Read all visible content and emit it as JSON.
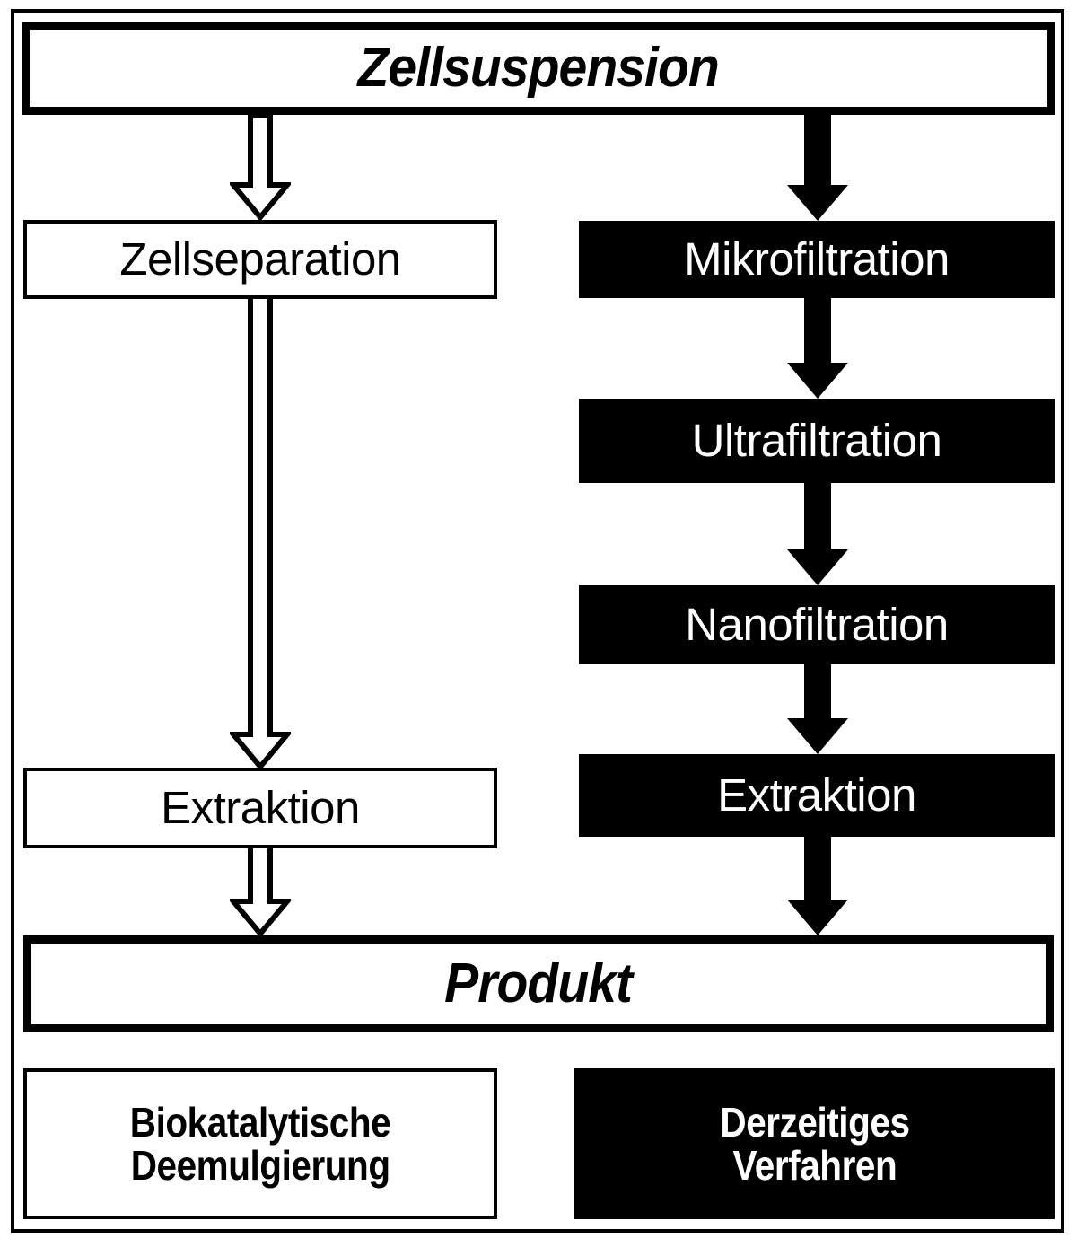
{
  "diagram": {
    "title_node": {
      "label": "Zellsuspension"
    },
    "product_node": {
      "label": "Produkt"
    },
    "left_branch": {
      "name": "Biokatalytische Deemulgierung",
      "steps": [
        {
          "label": "Zellseparation"
        },
        {
          "label": "Extraktion"
        }
      ]
    },
    "right_branch": {
      "name": "Derzeitiges Verfahren",
      "steps": [
        {
          "label": "Mikrofiltration"
        },
        {
          "label": "Ultrafiltration"
        },
        {
          "label": "Nanofiltration"
        },
        {
          "label": "Extraktion"
        }
      ]
    },
    "legend": {
      "left": {
        "line1": "Biokatalytische",
        "line2": "Deemulgierung"
      },
      "right": {
        "line1": "Derzeitiges",
        "line2": "Verfahren"
      }
    },
    "colors": {
      "ink": "#000000",
      "paper": "#ffffff"
    },
    "icons": {
      "hollow_arrow": "arrow-down-outline-icon",
      "solid_arrow": "arrow-down-solid-icon"
    }
  }
}
